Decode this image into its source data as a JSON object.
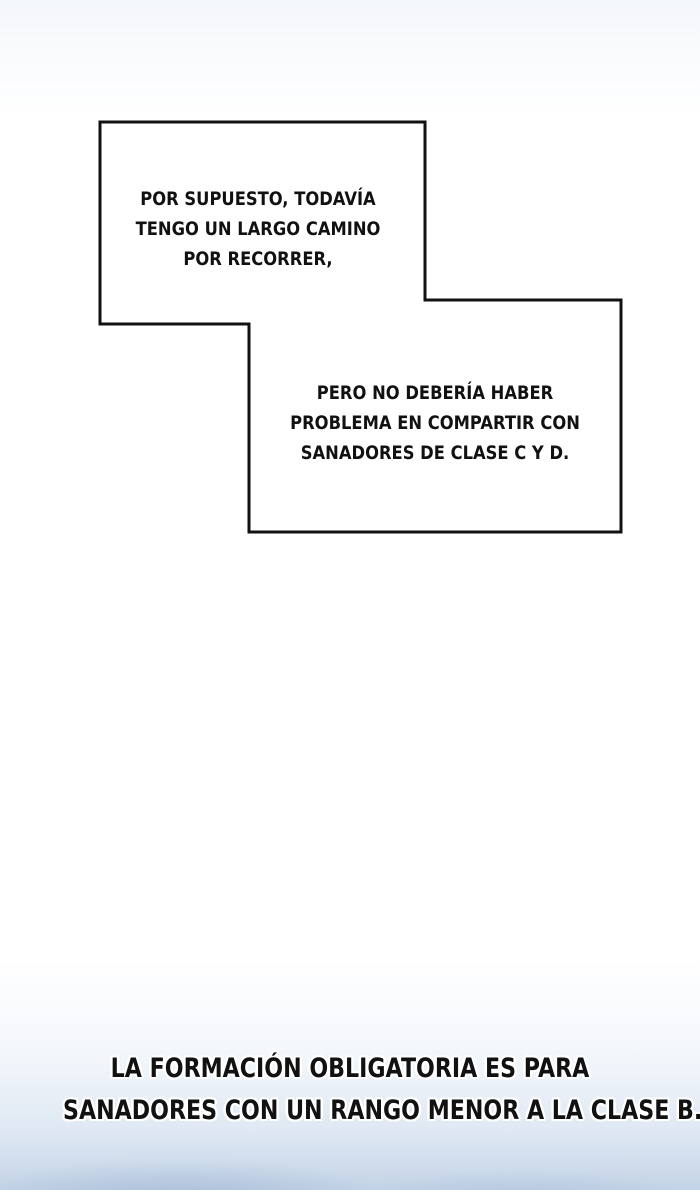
{
  "panel": {
    "bubble": {
      "lines_1": [
        "POR SUPUESTO, TODAVÍA",
        "TENGO UN LARGO CAMINO",
        "POR RECORRER,"
      ],
      "lines_2": [
        "PERO NO DEBERÍA HABER",
        "PROBLEMA EN COMPARTIR CON",
        "SANADORES DE CLASE C Y D."
      ]
    },
    "caption": {
      "lines": [
        "LA FORMACIÓN OBLIGATORIA ES PARA",
        "SANADORES CON UN RANGO MENOR A LA CLASE B."
      ]
    }
  },
  "colors": {
    "ink": "#111111",
    "background": "#ffffff",
    "bottom_tint": "#c3d3e6"
  }
}
